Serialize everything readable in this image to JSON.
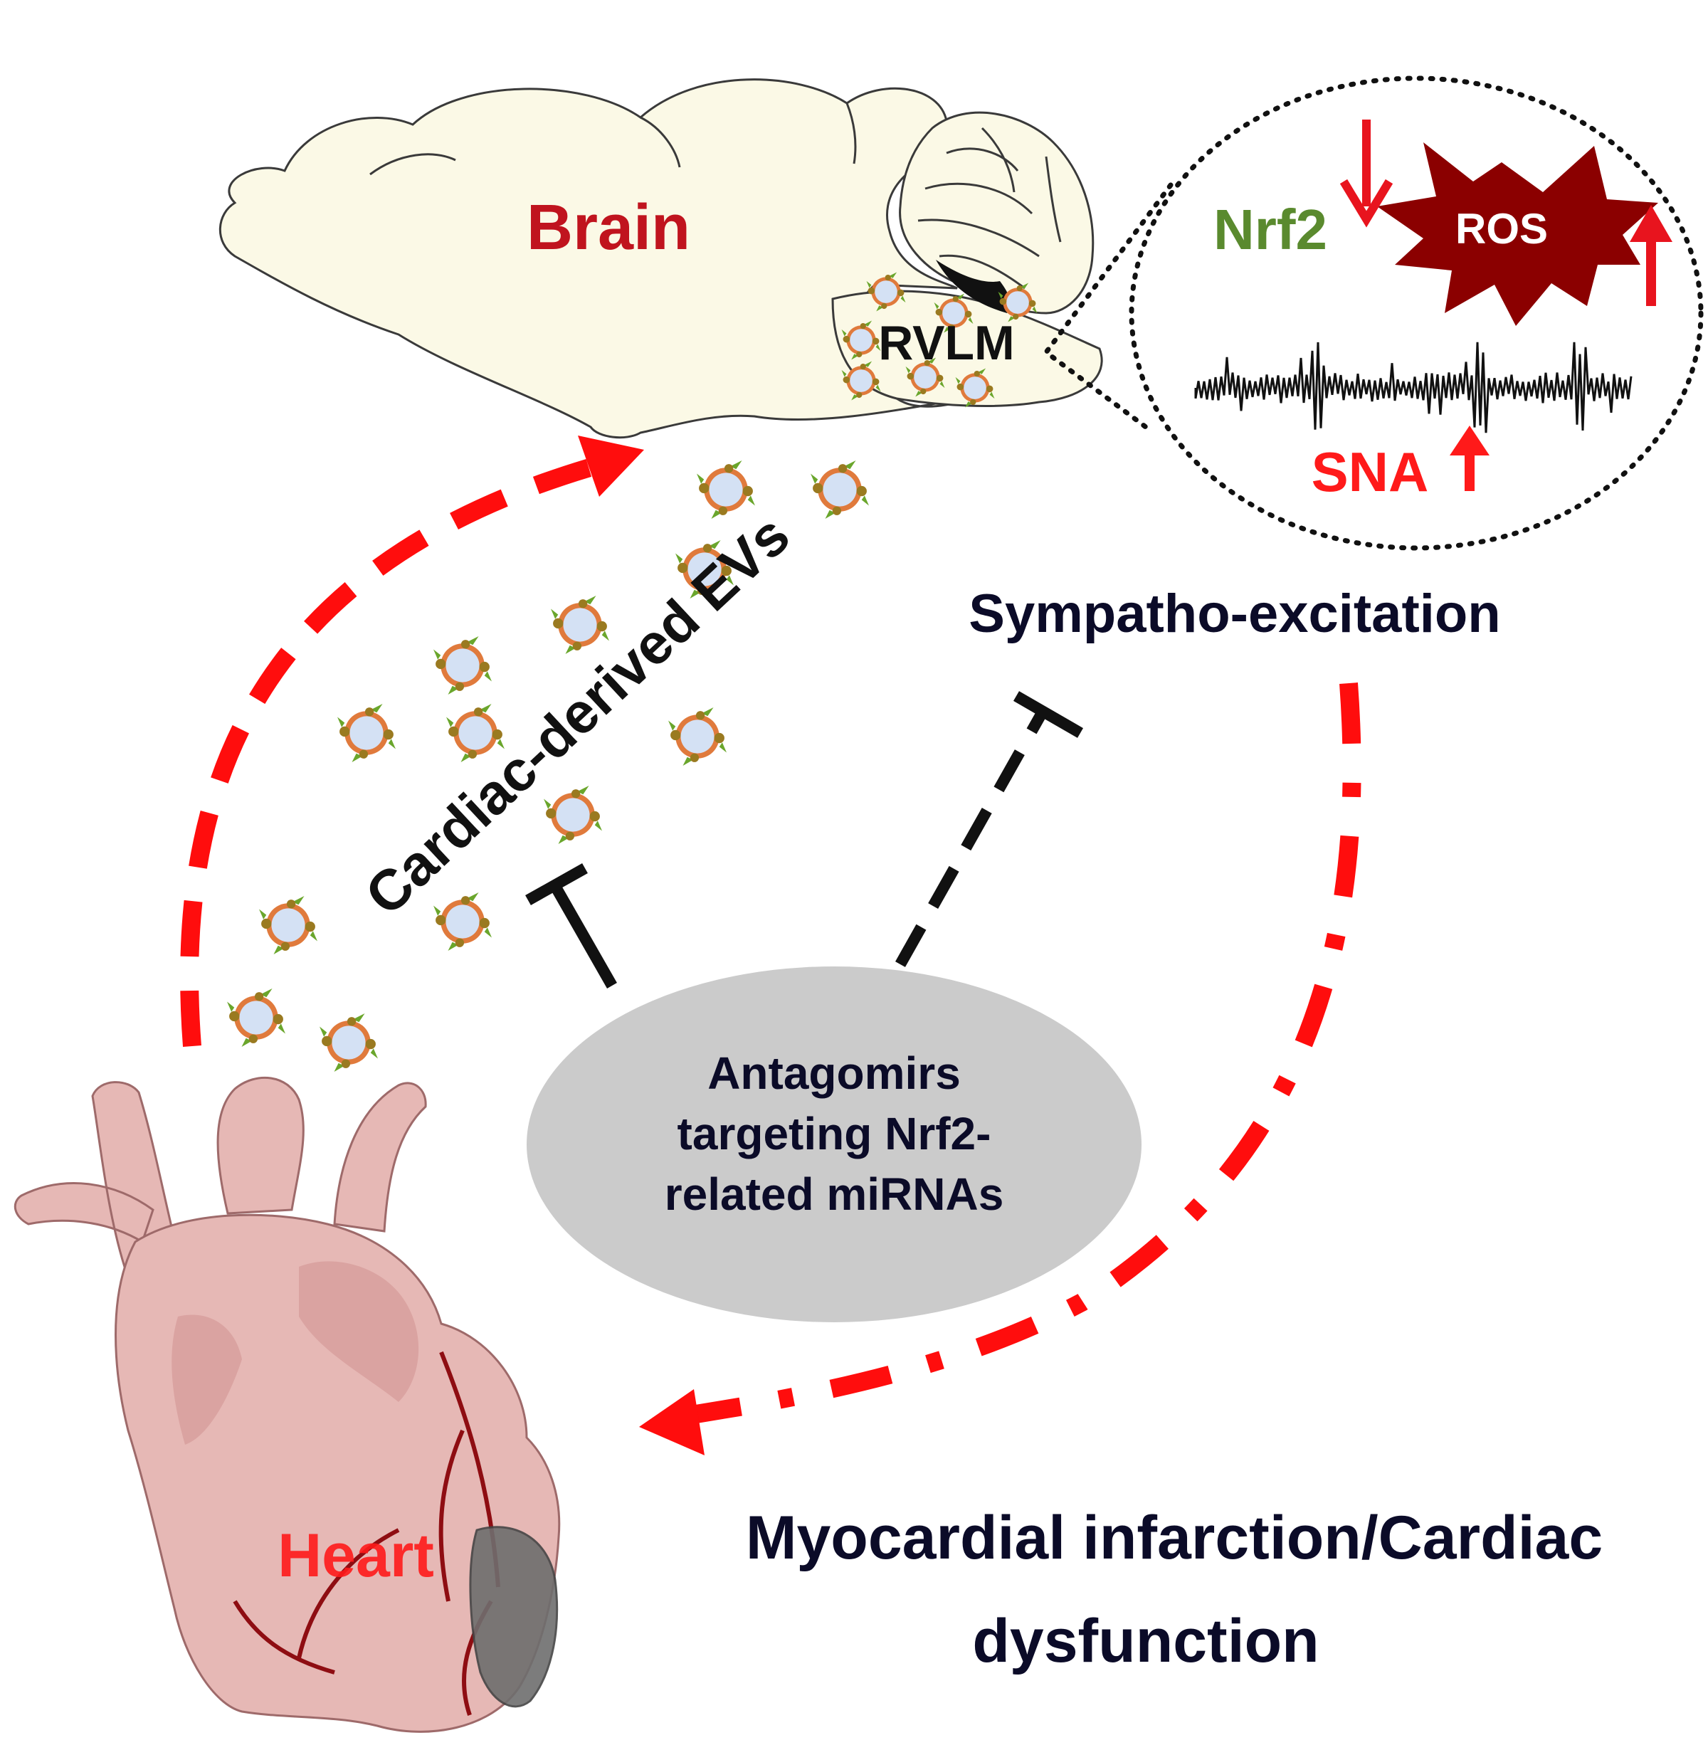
{
  "labels": {
    "brain": "Brain",
    "rvlm": "RVLM",
    "nrf2": "Nrf2",
    "ros": "ROS",
    "sna": "SNA",
    "sympatho": "Sympatho-excitation",
    "evs": "Cardiac-derived EVs",
    "antagomirs_line1": "Antagomirs",
    "antagomirs_line2": "targeting Nrf2-",
    "antagomirs_line3": "related miRNAs",
    "heart": "Heart",
    "outcome_line1": "Myocardial  infarction/Cardiac",
    "outcome_line2": "dysfunction"
  },
  "colors": {
    "brain_label": "#c0141e",
    "nrf2_label": "#5a8a2e",
    "ros_fill": "#8b0000",
    "up_down_arrows": "#e8141e",
    "sna_label": "#ff1a1a",
    "dashed_red": "#ff0d0d",
    "inhibition_black": "#111111",
    "antagomir_ellipse": "#cbcbcb",
    "heart_label": "#ff1a1a",
    "dark_text": "#0b0b28",
    "brain_fill": "#fbf9e6",
    "heart_fill": "#e6b8b5"
  },
  "icons": {
    "vesicle": "extracellular-vesicle-icon",
    "brain": "brain-illustration",
    "heart": "heart-illustration"
  }
}
